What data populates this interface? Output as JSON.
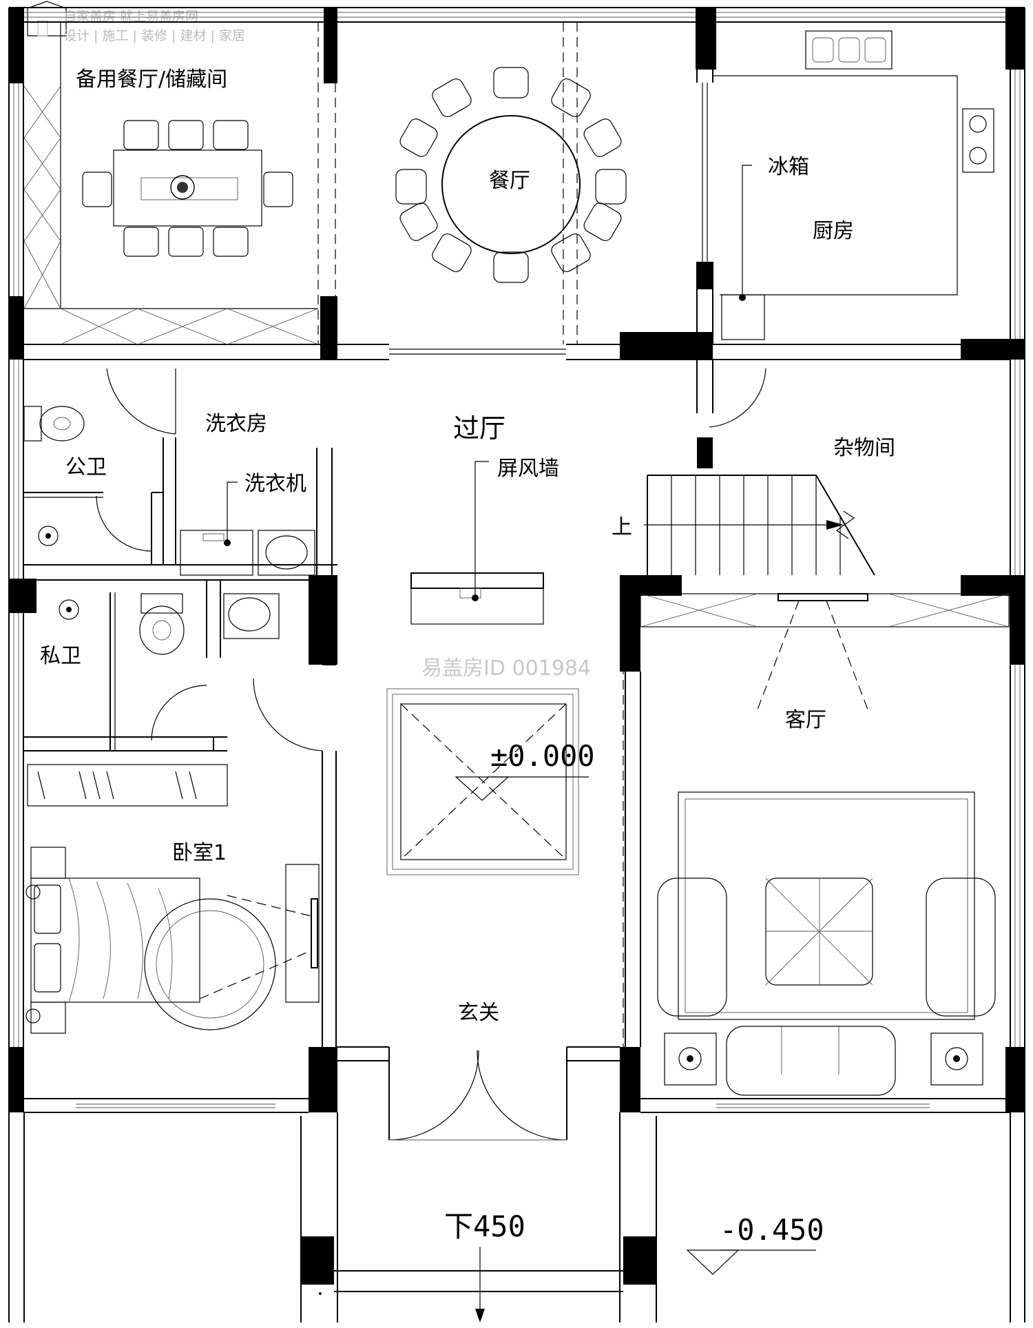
{
  "logo": {
    "line1": "自家盖房 就上易盖房网",
    "line2": "设计 | 施工 | 装修 | 建材 | 家居"
  },
  "watermark": "易盖房ID 001984",
  "rooms": {
    "spare_dining": "备用餐厅/储藏间",
    "dining": "餐厅",
    "kitchen": "厨房",
    "fridge": "冰箱",
    "laundry": "洗衣房",
    "washer": "洗衣机",
    "hall": "过厅",
    "screen_wall": "屏风墙",
    "storage": "杂物间",
    "stair_up": "上",
    "public_wc": "公卫",
    "private_wc": "私卫",
    "bedroom": "卧室1",
    "living": "客厅",
    "foyer": "玄关"
  },
  "levels": {
    "floor": "±0.000",
    "step_down": "下450",
    "outside": "-0.450"
  }
}
